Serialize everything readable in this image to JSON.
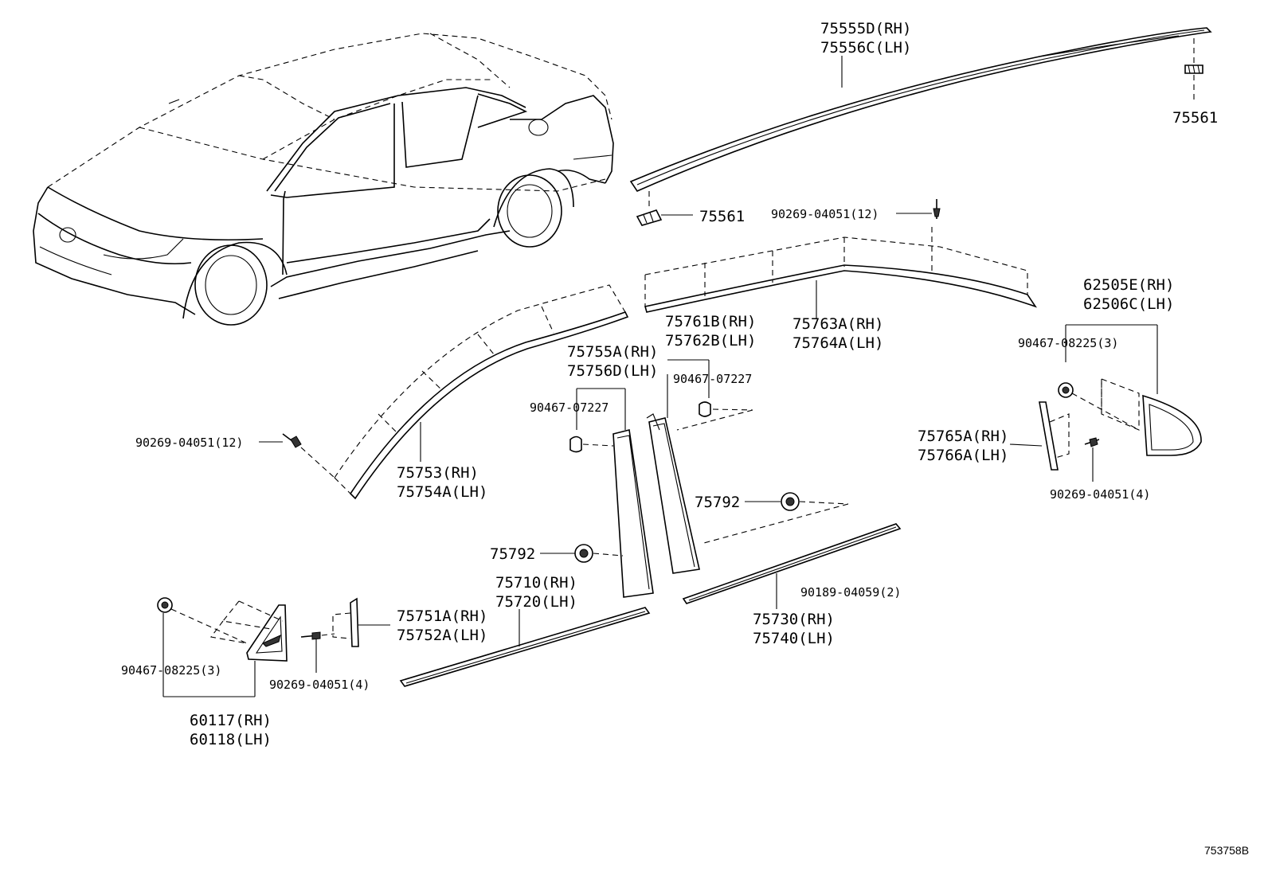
{
  "labels": {
    "l75555d": "75555D(RH)",
    "l75556c": "75556C(LH)",
    "l75561_top": "75561",
    "l75561_mid": "75561",
    "l90269_top": "90269-04051(12)",
    "l75763a": "75763A(RH)",
    "l75764a": "75764A(LH)",
    "l62505e": "62505E(RH)",
    "l62506c": "62506C(LH)",
    "l90467_right": "90467-08225(3)",
    "l75761b": "75761B(RH)",
    "l75762b": "75762B(LH)",
    "l90467_07227_right": "90467-07227",
    "l75755a": "75755A(RH)",
    "l75756d": "75756D(LH)",
    "l90467_07227_left": "90467-07227",
    "l90269_left": "90269-04051(12)",
    "l75753": "75753(RH)",
    "l75754a": "75754A(LH)",
    "l75765a": "75765A(RH)",
    "l75766a": "75766A(LH)",
    "l90269_right4": "90269-04051(4)",
    "l75792_right": "75792",
    "l75792_left": "75792",
    "l75710": "75710(RH)",
    "l75720": "75720(LH)",
    "l90189": "90189-04059(2)",
    "l75730": "75730(RH)",
    "l75740": "75740(LH)",
    "l75751a": "75751A(RH)",
    "l75752a": "75752A(LH)",
    "l90467_left": "90467-08225(3)",
    "l90269_left4": "90269-04051(4)",
    "l60117": "60117(RH)",
    "l60118": "60118(LH)"
  },
  "diagram_ref": "753758B"
}
